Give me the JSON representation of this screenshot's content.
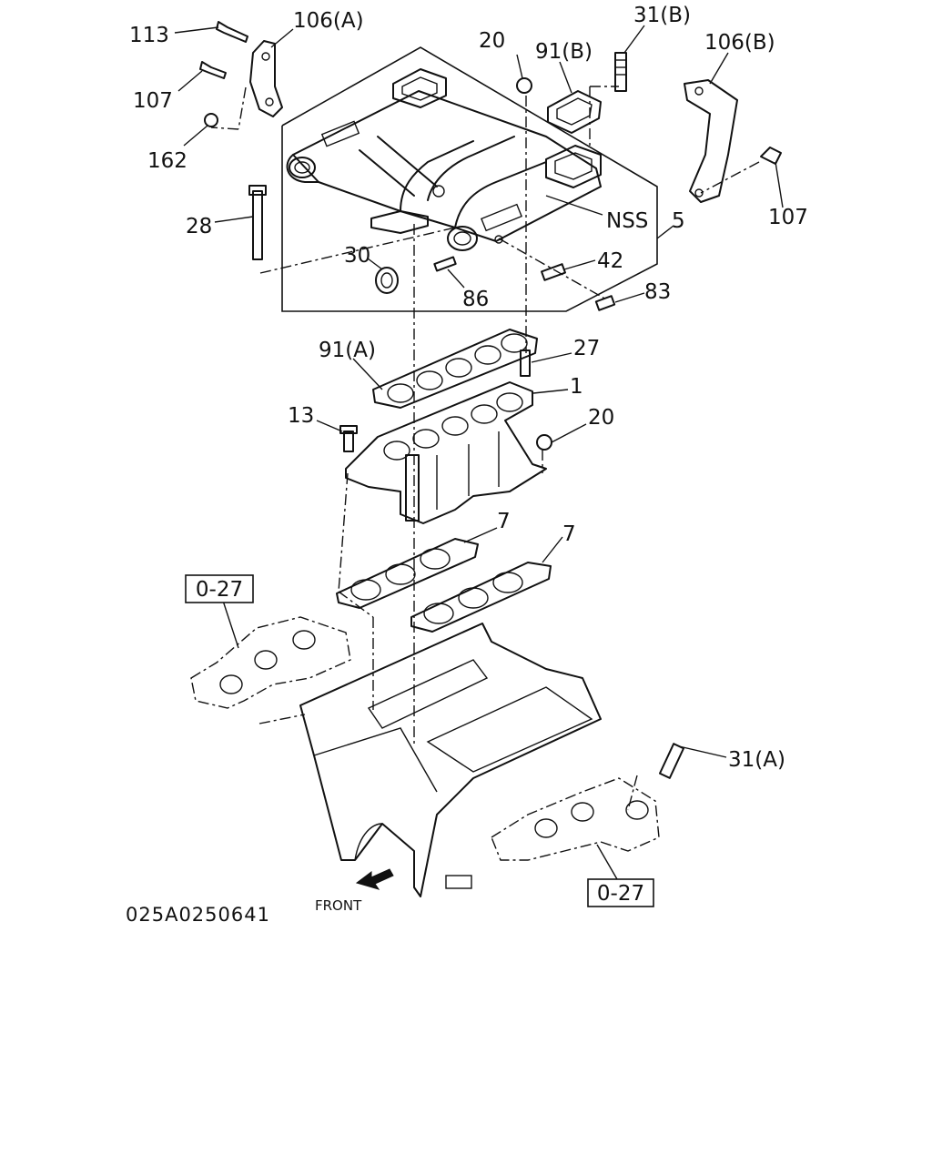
{
  "labels": {
    "l113": "113",
    "l106a": "106(A)",
    "l107a": "107",
    "l162": "162",
    "l20a": "20",
    "l91b": "91(B)",
    "l31b": "31(B)",
    "l106b": "106(B)",
    "l107b": "107",
    "l28": "28",
    "lnss": "NSS",
    "l5": "5",
    "l30": "30",
    "l42": "42",
    "l86": "86",
    "l83": "83",
    "l91a": "91(A)",
    "l27": "27",
    "l1": "1",
    "l13": "13",
    "l20b": "20",
    "l7a": "7",
    "l7b": "7",
    "l31a": "31(A)"
  },
  "refs": {
    "ref_top": "0-27",
    "ref_bottom": "0-27"
  },
  "front_label": "FRONT",
  "diagram_code": "025A0250641"
}
